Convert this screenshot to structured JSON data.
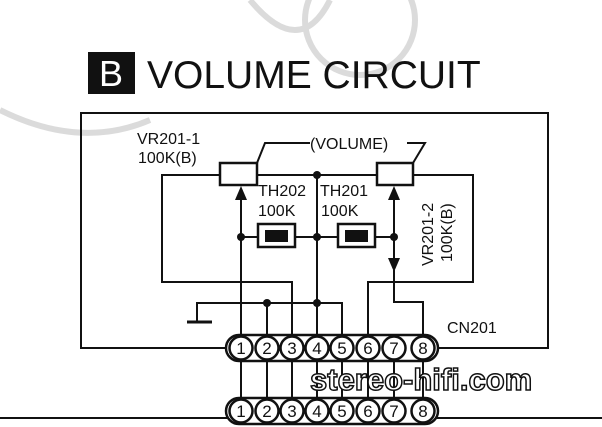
{
  "title": {
    "badge": "B",
    "text": "VOLUME CIRCUIT"
  },
  "components": {
    "vr201_1": {
      "name": "VR201-1",
      "value": "100K(B)"
    },
    "vr201_2": {
      "name": "VR201-2",
      "value": "100K(B)"
    },
    "th202": {
      "name": "TH202",
      "value": "100K"
    },
    "th201": {
      "name": "TH201",
      "value": "100K"
    },
    "gang_label": "(VOLUME)",
    "connector": "CN201"
  },
  "pins": [
    "1",
    "2",
    "3",
    "4",
    "5",
    "6",
    "7",
    "8"
  ],
  "watermark": "stereo-hifi.com"
}
